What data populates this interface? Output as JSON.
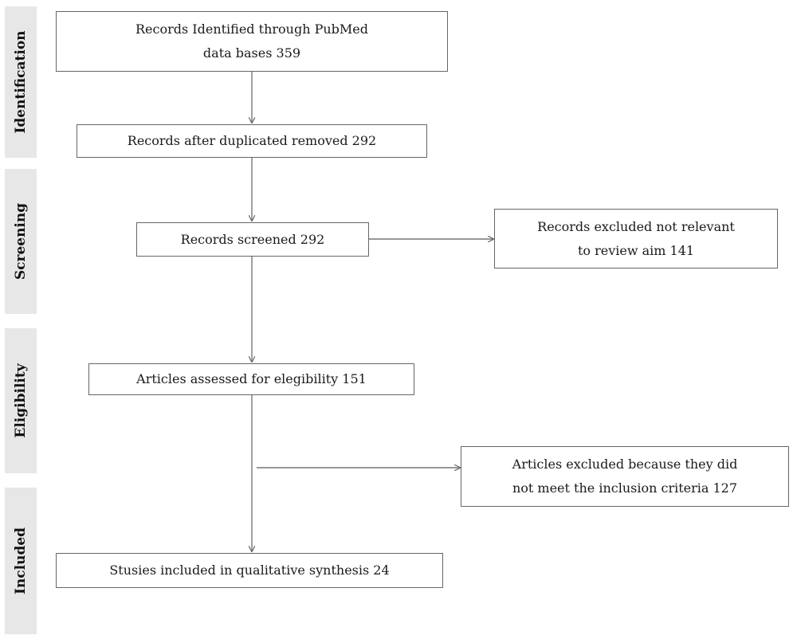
{
  "stages": {
    "identification": "Identification",
    "screening": "Screening",
    "eligibility": "Eligibility",
    "included": "Included"
  },
  "boxes": {
    "identified": [
      "Records Identified through PubMed",
      "data bases 359"
    ],
    "deduplicated": "Records after duplicated removed 292",
    "screened": "Records screened 292",
    "excluded_screening": [
      "Records excluded not relevant",
      "to review aim 141"
    ],
    "assessed": "Articles assessed for elegibility 151",
    "excluded_eligibility": [
      "Articles excluded because they did",
      "not meet the inclusion criteria 127"
    ],
    "included": "Stusies included in qualitative synthesis 24"
  }
}
